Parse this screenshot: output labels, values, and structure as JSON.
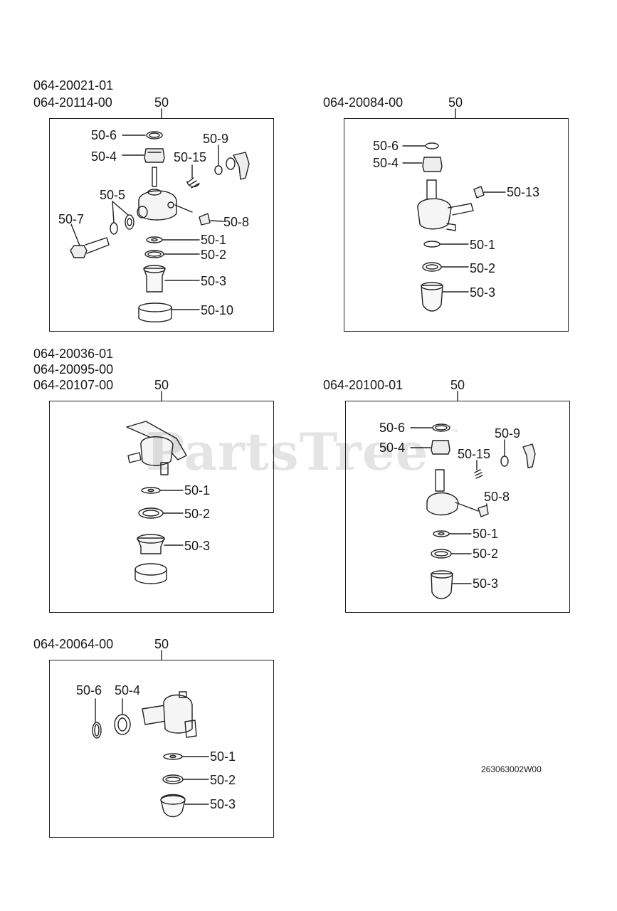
{
  "panels": [
    {
      "id": "p1",
      "models": [
        "064-20021-01",
        "064-20114-00"
      ],
      "ref": "50",
      "callouts": [
        "50-6",
        "50-4",
        "50-9",
        "50-15",
        "50-5",
        "50-7",
        "50-8",
        "50-1",
        "50-2",
        "50-3",
        "50-10"
      ]
    },
    {
      "id": "p2",
      "models": [
        "064-20084-00"
      ],
      "ref": "50",
      "callouts": [
        "50-6",
        "50-4",
        "50-13",
        "50-1",
        "50-2",
        "50-3"
      ]
    },
    {
      "id": "p3",
      "models": [
        "064-20036-01",
        "064-20095-00",
        "064-20107-00"
      ],
      "ref": "50",
      "callouts": [
        "50-1",
        "50-2",
        "50-3"
      ]
    },
    {
      "id": "p4",
      "models": [
        "064-20100-01"
      ],
      "ref": "50",
      "callouts": [
        "50-6",
        "50-9",
        "50-4",
        "50-15",
        "50-8",
        "50-1",
        "50-2",
        "50-3"
      ]
    },
    {
      "id": "p5",
      "models": [
        "064-20064-00"
      ],
      "ref": "50",
      "callouts": [
        "50-6",
        "50-4",
        "50-1",
        "50-2",
        "50-3"
      ]
    }
  ],
  "watermark": "PartsTree",
  "watermark_mark": "™",
  "drawing_code": "263063002W00"
}
